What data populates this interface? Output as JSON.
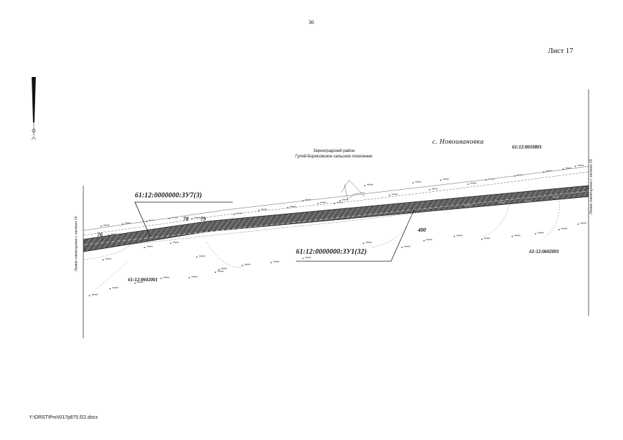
{
  "header": {
    "page_number": "36",
    "sheet_label": "Лист 17"
  },
  "map": {
    "settlement": "с. Новоивановка",
    "district_line1": "Зерноградский район",
    "district_line2": "Гуляй-Борисовское сельское поселение",
    "quarters": {
      "upper_right": "61:12:0010801",
      "lower_right": "61:12:0602001",
      "lower_left": "61:12:0602001"
    },
    "parcels": {
      "upper": "61:12:0000000:ЗУ7(3)",
      "lower": "61:12:0000000:ЗУ1(32)"
    },
    "point_numbers": {
      "p76": "76",
      "p78": "78",
      "p79": "79",
      "p400": "400"
    },
    "side_captions": {
      "left": "Линия совмещения с листом 16",
      "right": "Линия совмещения с листом 18"
    }
  },
  "footer": {
    "file_path": "Y:\\ORST\\Pro\\I017p875.f22.docx"
  }
}
